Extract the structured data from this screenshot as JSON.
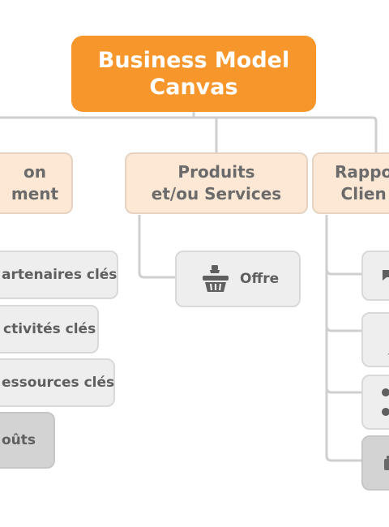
{
  "root": {
    "title": "Business Model\nCanvas"
  },
  "categories": [
    {
      "label": "on\nment"
    },
    {
      "label": "Produits\net/ou Services"
    },
    {
      "label": "Rappo\nClien"
    }
  ],
  "left_leaves": [
    {
      "label": "artenaires clés"
    },
    {
      "label": "ctivités clés"
    },
    {
      "label": "essources clés"
    },
    {
      "label": "oûts"
    }
  ],
  "middle_leaf": {
    "label": "Offre",
    "icon": "basket-icon"
  },
  "right_leaves_icons": [
    "chat-icon",
    "phone-icon",
    "dots-icon",
    "gift-icon"
  ],
  "colors": {
    "root": "#f7962b",
    "category_fill": "#fde8d5",
    "leaf_fill": "#eeeeee",
    "leaf_dark_fill": "#d3d3d3",
    "connector": "#cfcfcf"
  }
}
